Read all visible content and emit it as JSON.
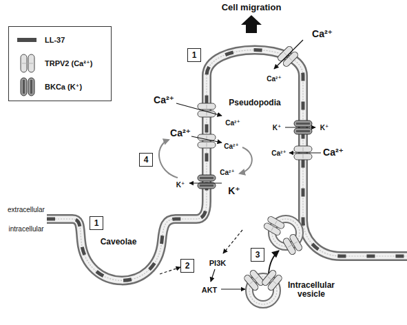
{
  "diagram": {
    "nodes": [
      {
        "text": [
          "1"
        ]
      },
      {
        "text": [
          "4"
        ]
      },
      {
        "text": [
          "1"
        ]
      },
      {
        "text": [
          "3"
        ]
      },
      {
        "text": [
          "2"
        ]
      }
    ],
    "labels": [
      "Cell migration",
      "Ca²⁺",
      "Ca²⁺",
      "Ca²⁺",
      "Ca²⁺",
      "Pseudopodia",
      "K⁺",
      "K⁺",
      "Ca²⁺",
      "Ca²⁺",
      "Ca²⁺",
      "Ca²⁺",
      "Ca²⁺",
      "K⁺",
      "K⁺",
      "extracellular",
      "intracellular",
      "Caveolae",
      "PI3K",
      "AKT",
      "Intracellular vesicle"
    ],
    "legend": [
      {
        "text": "LL-37",
        "color": "#4a4a4a"
      },
      {
        "text": "TRPV2 (Ca²⁺)"
      },
      {
        "text": "BKCa (K⁺)"
      }
    ]
  }
}
